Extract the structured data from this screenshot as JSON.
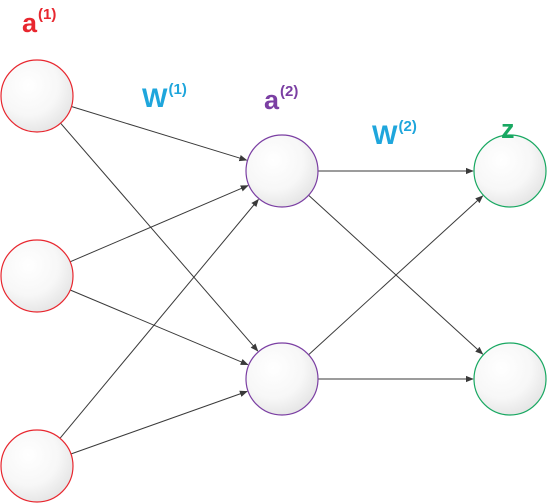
{
  "colors": {
    "input_layer": "#e8272f",
    "hidden_layer": "#7b3fa3",
    "weights": "#1fa6dc",
    "output_layer": "#19a862",
    "edge": "#3a3a3a"
  },
  "labels": {
    "input_layer": {
      "base": "a",
      "sup": "(1)"
    },
    "weights_1": {
      "base": "W",
      "sup": "(1)"
    },
    "hidden_layer": {
      "base": "a",
      "sup": "(2)"
    },
    "weights_2": {
      "base": "W",
      "sup": "(2)"
    },
    "output_layer": {
      "base": "z",
      "sup": ""
    }
  },
  "layers": {
    "input": {
      "node_count": 3
    },
    "hidden": {
      "node_count": 2
    },
    "output": {
      "node_count": 2
    }
  },
  "connections": "fully-connected"
}
